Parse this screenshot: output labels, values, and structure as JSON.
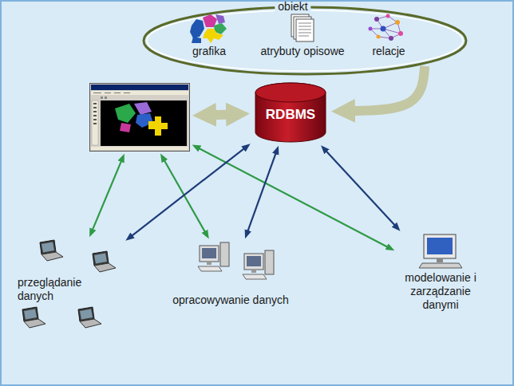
{
  "diagram": {
    "nodes": [
      {
        "text": [
          "obiekt"
        ]
      },
      {
        "text": [
          "grafika"
        ],
        "in": 0
      },
      {
        "text": [
          "atrybuty opisowe"
        ],
        "in": 0
      },
      {
        "text": [
          "relacje"
        ],
        "in": 0
      },
      {
        "text": []
      },
      {
        "text": [
          "RDBMS"
        ]
      },
      {
        "text": [
          "przeglądanie danych"
        ]
      },
      {
        "text": [
          "opracowywanie danych"
        ]
      },
      {
        "text": [
          "modelowanie i zarządzanie danymi"
        ]
      }
    ],
    "edges": [
      {
        "from": 4,
        "to": 5,
        "arrow": "both"
      },
      {
        "from": 0,
        "to": 5,
        "arrow": "to"
      },
      {
        "from": 4,
        "to": 6,
        "arrow": "both"
      },
      {
        "from": 4,
        "to": 7,
        "arrow": "both"
      },
      {
        "from": 4,
        "to": 8,
        "arrow": "both"
      },
      {
        "from": 5,
        "to": 6,
        "arrow": "both"
      },
      {
        "from": 5,
        "to": 7,
        "arrow": "both"
      },
      {
        "from": 5,
        "to": 8,
        "arrow": "both"
      }
    ]
  }
}
